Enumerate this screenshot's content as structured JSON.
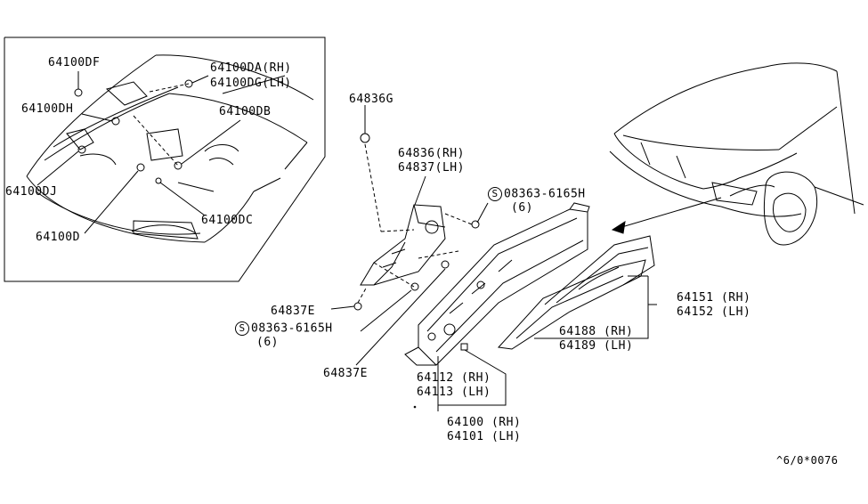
{
  "colors": {
    "ink": "#000000",
    "paper": "#ffffff"
  },
  "inset_labels": {
    "df": "64100DF",
    "da": "64100DA(RH)",
    "dg": "64100DG(LH)",
    "dh": "64100DH",
    "db": "64100DB",
    "dj": "64100DJ",
    "dc": "64100DC",
    "d": "64100D"
  },
  "labels": {
    "p64836g": "64836G",
    "p64836rh": "64836(RH)",
    "p64837lh": "64837(LH)",
    "bolt_top": "08363-6165H",
    "bolt_top_qty": "(6)",
    "p64837e_a": "64837E",
    "bolt_bot": "08363-6165H",
    "bolt_bot_qty": "(6)",
    "p64837e_b": "64837E",
    "p64151": "64151 (RH)",
    "p64152": "64152 (LH)",
    "p64188": "64188 (RH)",
    "p64189": "64189 (LH)",
    "p64112": "64112 (RH)",
    "p64113": "64113 (LH)",
    "p64100": "64100 (RH)",
    "p64101": "64101 (LH)",
    "s_mark": "S",
    "ref_code": "^6/0*0076"
  }
}
